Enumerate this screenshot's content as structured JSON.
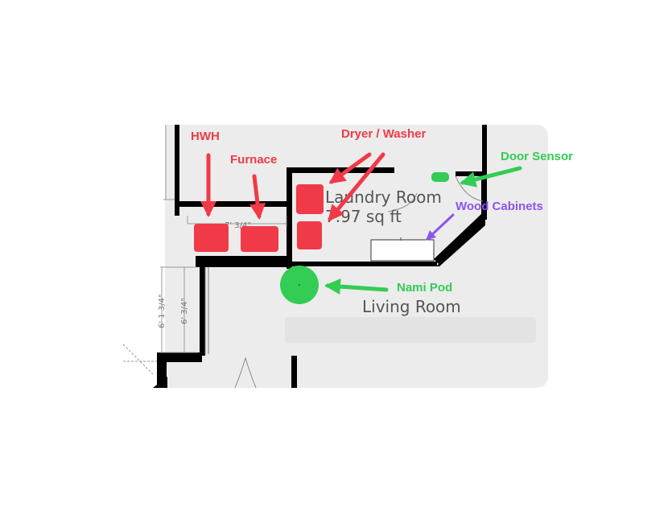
{
  "rooms": {
    "laundry_name": "Laundry Room",
    "laundry_area": "7.97 sq ft",
    "living_name": "Living Room"
  },
  "dimensions": {
    "top": "7' 3/4\"",
    "vertical_1": "6' 1 3/4\"",
    "vertical_2": "6' 3/4\""
  },
  "annotations": {
    "hwh": "HWH",
    "furnace": "Furnace",
    "dryer_washer": "Dryer / Washer",
    "door_sensor": "Door Sensor",
    "wood_cabinets": "Wood Cabinets",
    "nami_pod": "Nami Pod"
  },
  "colors": {
    "red": "#f03a47",
    "green": "#33cc55",
    "purple": "#8b55f0",
    "wall": "#000000",
    "floor": "#ececec"
  }
}
